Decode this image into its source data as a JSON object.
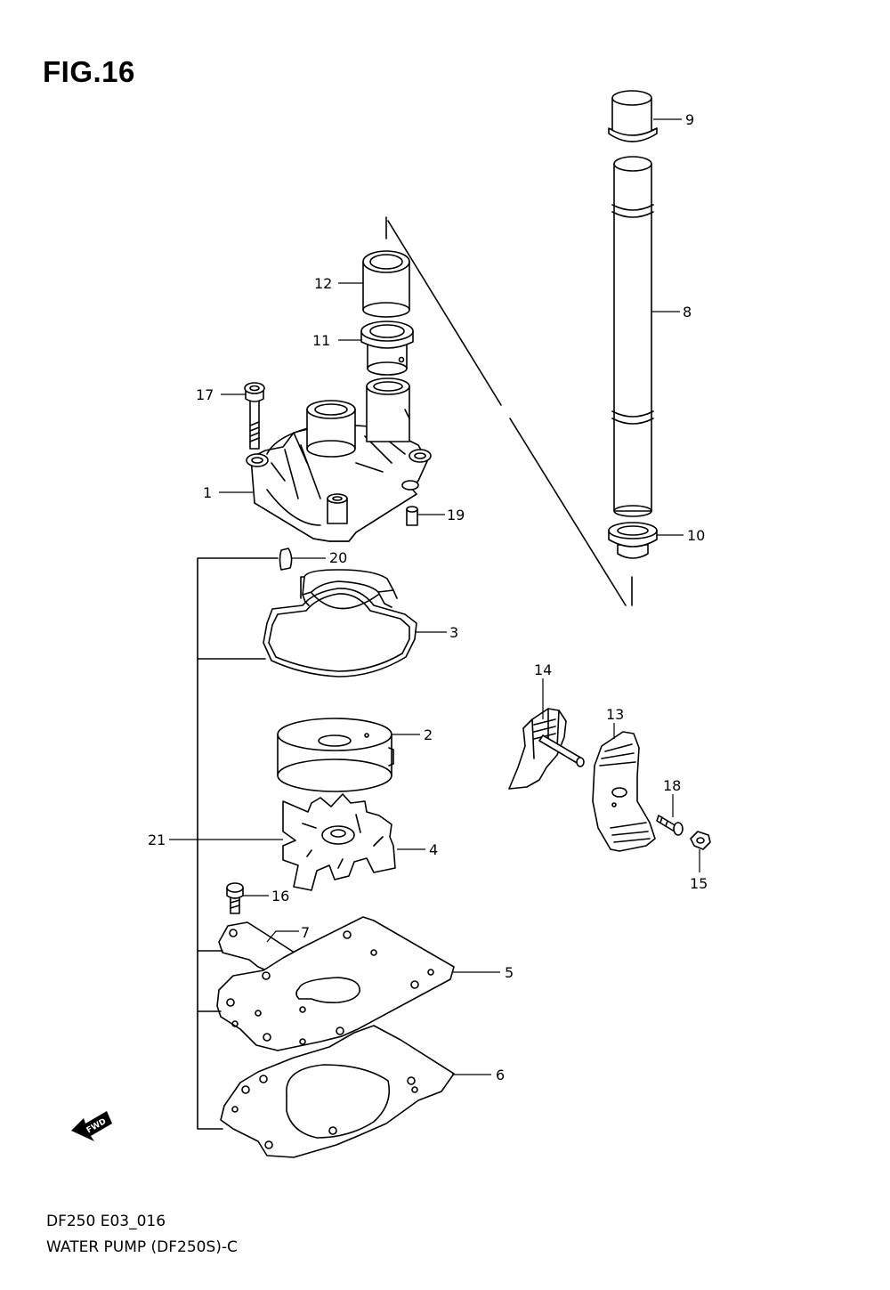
{
  "figure": {
    "title": "FIG.16",
    "code": "DF250 E03_016",
    "caption": "WATER PUMP (DF250S)-C"
  },
  "callouts": {
    "c1": "1",
    "c2": "2",
    "c3": "3",
    "c4": "4",
    "c5": "5",
    "c6": "6",
    "c7": "7",
    "c8": "8",
    "c9": "9",
    "c10": "10",
    "c11": "11",
    "c12": "12",
    "c13": "13",
    "c14": "14",
    "c15": "15",
    "c16": "16",
    "c17": "17",
    "c18": "18",
    "c19": "19",
    "c20": "20",
    "c21": "21"
  },
  "fwd_label": "FWD"
}
